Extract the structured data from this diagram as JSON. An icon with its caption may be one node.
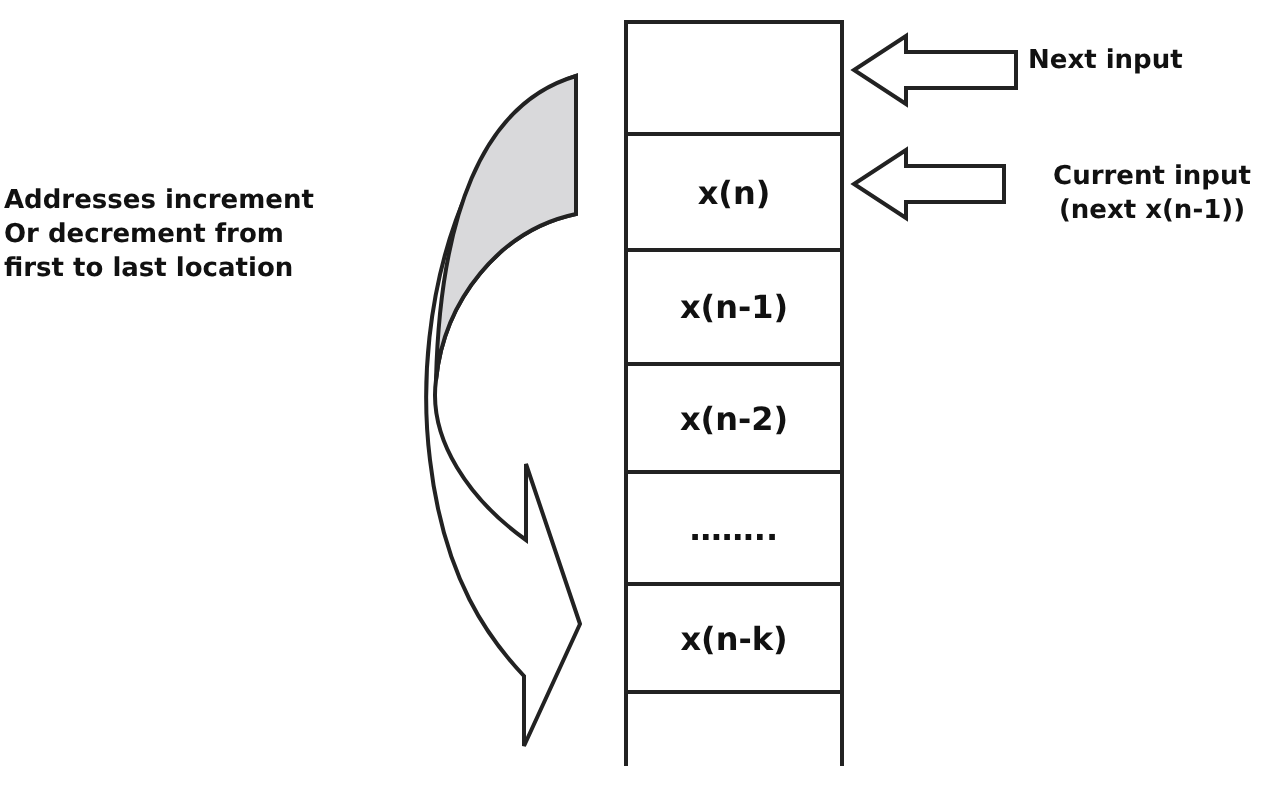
{
  "diagram": {
    "nodes": [
      {
        "text": [],
        "shape": "box"
      },
      {
        "text": [
          "x(n)"
        ]
      },
      {
        "text": [
          "x(n-1)"
        ]
      },
      {
        "text": [
          "x(n-2)"
        ]
      },
      {
        "text": [
          "…….."
        ]
      },
      {
        "text": [
          "x(n-k)"
        ]
      },
      {
        "text": [],
        "shape": "box"
      },
      {
        "text": [
          "Next input"
        ]
      },
      {
        "text": [
          "Current input (next x(n-1))"
        ]
      }
    ],
    "edges": [
      {
        "from": 7,
        "to": 0,
        "arrow": "to"
      },
      {
        "from": 8,
        "to": 1,
        "arrow": "to"
      }
    ],
    "labels": [
      "Addresses increment Or decrement from first to last location"
    ]
  }
}
